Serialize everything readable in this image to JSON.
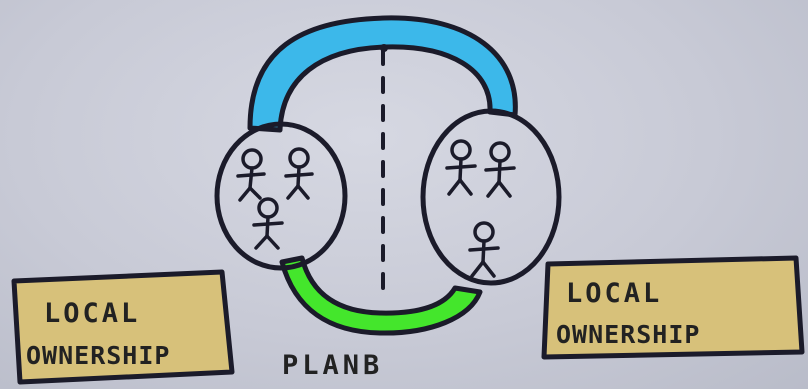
{
  "diagram": {
    "left_box": {
      "line1": "LOCAL",
      "line2": "OWNERSHIP"
    },
    "right_box": {
      "line1": "LOCAL",
      "line2": "OWNERSHIP"
    },
    "caption": "PLANB",
    "colors": {
      "top_arc": "#3cb8ea",
      "bottom_arc": "#44e62c",
      "box_fill": "#d7c17a",
      "ink": "#1b1b2a"
    }
  }
}
